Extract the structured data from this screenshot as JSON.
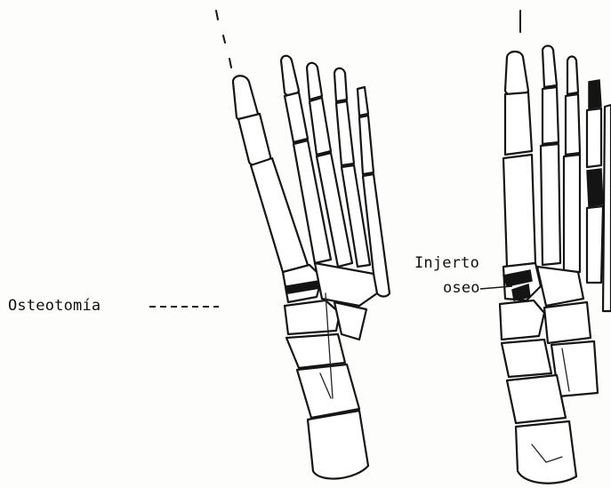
{
  "labels": {
    "osteotomy": "Osteotomía",
    "graft_line1": "Injerto",
    "graft_line2": "oseo"
  }
}
